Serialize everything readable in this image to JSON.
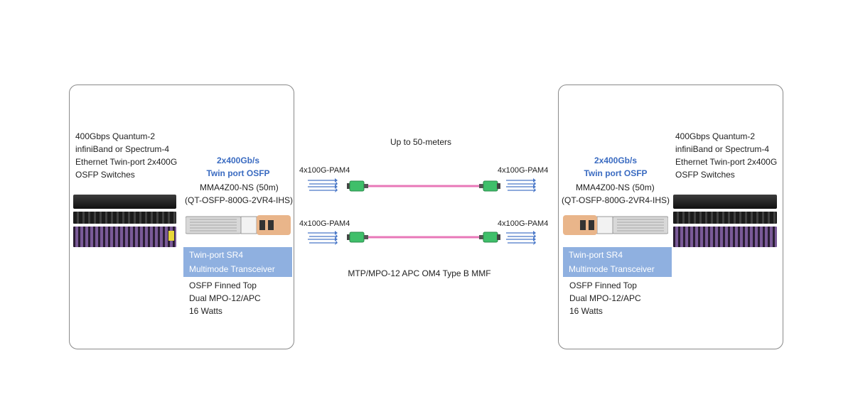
{
  "left": {
    "switch_desc": [
      "400Gbps Quantum-2",
      "infiniBand or Spectrum-4",
      "Ethernet Twin-port 2x400G",
      "OSFP Switches"
    ],
    "speed": "2x400Gb/s",
    "port_type": "Twin port OSFP",
    "cable_model": "MMA4Z00-NS (50m)",
    "part_number": "(QT-OSFP-800G-2VR4-IHS)",
    "badge": [
      "Twin-port SR4",
      "Multimode Transceiver"
    ],
    "specs": [
      "OSFP Finned Top",
      "Dual MPO-12/APC",
      "16 Watts"
    ]
  },
  "right": {
    "switch_desc": [
      "400Gbps Quantum-2",
      "infiniBand or Spectrum-4",
      "Ethernet Twin-port 2x400G",
      "OSFP Switches"
    ],
    "speed": "2x400Gb/s",
    "port_type": "Twin port OSFP",
    "cable_model": "MMA4Z00-NS (50m)",
    "part_number": "(QT-OSFP-800G-2VR4-IHS)",
    "badge": [
      "Twin-port SR4",
      "Multimode Transceiver"
    ],
    "specs": [
      "OSFP Finned Top",
      "Dual MPO-12/APC",
      "16 Watts"
    ]
  },
  "link": {
    "distance": "Up to 50-meters",
    "cable_type": "MTP/MPO-12 APC OM4 Type B MMF",
    "lane_labels": [
      "4x100G-PAM4",
      "4x100G-PAM4",
      "4x100G-PAM4",
      "4x100G-PAM4"
    ]
  },
  "colors": {
    "accent_blue": "#3a6bc1",
    "badge_bg": "#8fb0e0",
    "fiber_pink": "#e878b8",
    "connector_green": "#3fbf6a",
    "lane_arrow": "#4a78c8"
  },
  "icons": [
    "network-switch-icon",
    "osfp-transceiver-icon",
    "mpo-connector-icon",
    "lane-arrows-icon"
  ]
}
